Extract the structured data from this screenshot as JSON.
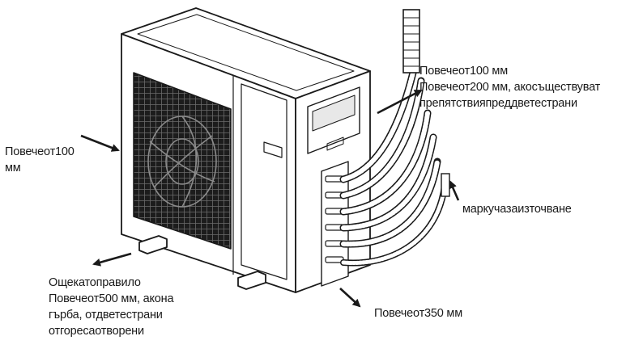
{
  "diagram": {
    "labels": {
      "left": [
        "Повечеот100",
        "мм"
      ],
      "top_right": [
        "Повечеот100 мм",
        "Повечеот200 мм, акосъществуват",
        "препятствияпреддветестрани"
      ],
      "drain": [
        "маркучазаизточване"
      ],
      "bottom_left": [
        "Ощекатоправило",
        "Повечеот500 мм, акона",
        "гърба, отдветестрани",
        "отгоресаотворени"
      ],
      "bottom_right": [
        "Повечеот350 мм"
      ]
    },
    "colors": {
      "line": "#1a1a1a",
      "background": "#ffffff"
    }
  }
}
